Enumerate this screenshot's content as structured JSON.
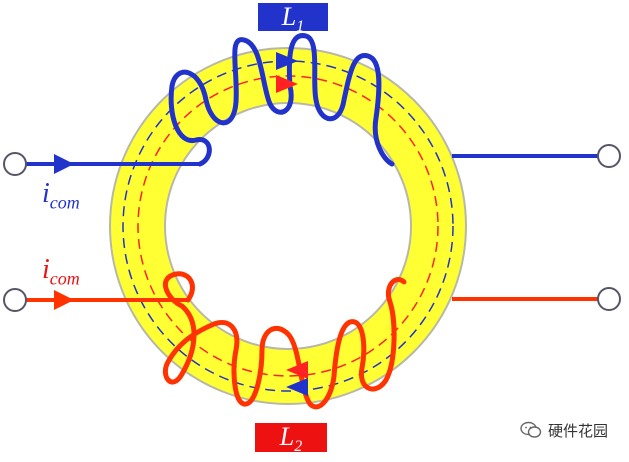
{
  "labels": {
    "l1_base": "L",
    "l1_sub": "1",
    "l2_base": "L",
    "l2_sub": "2",
    "i_top_base": "i",
    "i_top_sub": "com",
    "i_bottom_base": "i",
    "i_bottom_sub": "com"
  },
  "watermark": "硬件花园",
  "colors": {
    "core": "#ffff33",
    "core_edge": "#b8b8a8",
    "winding_1": "#2233cc",
    "winding_2": "#ff3300",
    "label_1_bg": "#2233cc",
    "label_2_bg": "#ee1111",
    "terminal": "#555566"
  },
  "icons": {
    "arrow": "triangle-arrow-icon",
    "terminal": "terminal-circle-icon",
    "watermark": "wechat-logo-icon"
  }
}
